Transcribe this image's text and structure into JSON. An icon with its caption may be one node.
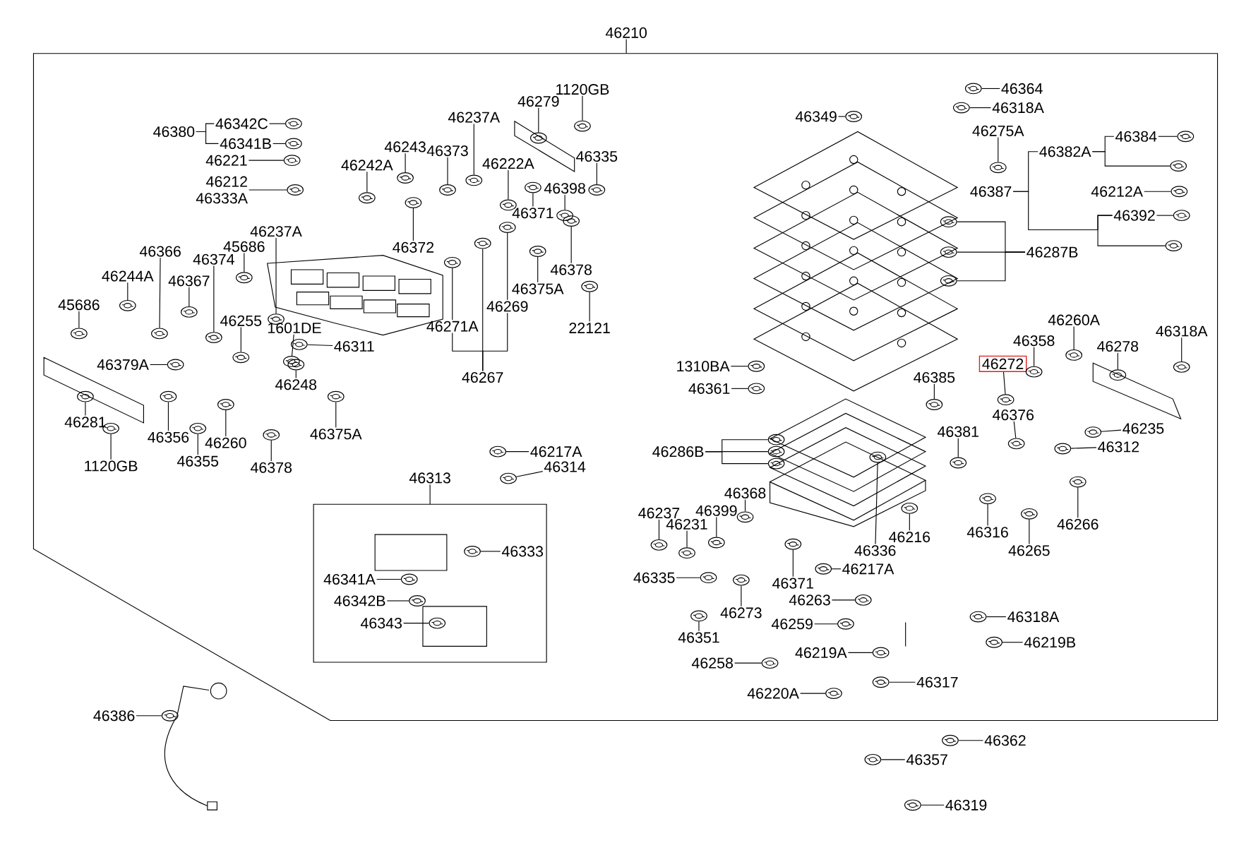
{
  "diagram": {
    "nodes": [
      {
        "text": [
          "46210"
        ]
      },
      {
        "text": [
          "46380"
        ],
        "in": 0
      },
      {
        "text": [
          "46342C"
        ],
        "in": 0
      },
      {
        "text": [
          "46341B"
        ],
        "in": 0
      },
      {
        "text": [
          "46221"
        ],
        "in": 0
      },
      {
        "text": [
          "46212",
          "46333A"
        ],
        "in": 0
      },
      {
        "text": [
          "46237A"
        ],
        "in": 0
      },
      {
        "text": [
          "46279"
        ],
        "in": 0
      },
      {
        "text": [
          "1120GB"
        ],
        "in": 0
      },
      {
        "text": [
          "46243"
        ],
        "in": 0
      },
      {
        "text": [
          "46373"
        ],
        "in": 0
      },
      {
        "text": [
          "46242A"
        ],
        "in": 0
      },
      {
        "text": [
          "46222A"
        ],
        "in": 0
      },
      {
        "text": [
          "46335"
        ],
        "in": 0
      },
      {
        "text": [
          "46398"
        ],
        "in": 0
      },
      {
        "text": [
          "46371"
        ],
        "in": 0
      },
      {
        "text": [
          "46372"
        ],
        "in": 0
      },
      {
        "text": [
          "46237A"
        ],
        "in": 0
      },
      {
        "text": [
          "45686"
        ],
        "in": 0
      },
      {
        "text": [
          "46366"
        ],
        "in": 0
      },
      {
        "text": [
          "46374"
        ],
        "in": 0
      },
      {
        "text": [
          "46244A"
        ],
        "in": 0
      },
      {
        "text": [
          "46367"
        ],
        "in": 0
      },
      {
        "text": [
          "45686"
        ],
        "in": 0
      },
      {
        "text": [
          "46255"
        ],
        "in": 0
      },
      {
        "text": [
          "1601DE"
        ],
        "in": 0
      },
      {
        "text": [
          "46311"
        ],
        "in": 0
      },
      {
        "text": [
          "46379A"
        ],
        "in": 0
      },
      {
        "text": [
          "46271A"
        ],
        "in": 0
      },
      {
        "text": [
          "46269"
        ],
        "in": 0
      },
      {
        "text": [
          "46375A"
        ],
        "in": 0
      },
      {
        "text": [
          "46378"
        ],
        "in": 0
      },
      {
        "text": [
          "22121"
        ],
        "in": 0
      },
      {
        "text": [
          "46267"
        ],
        "in": 0
      },
      {
        "text": [
          "46248"
        ],
        "in": 0
      },
      {
        "text": [
          "46375A"
        ],
        "in": 0
      },
      {
        "text": [
          "46281"
        ],
        "in": 0
      },
      {
        "text": [
          "1120GB"
        ],
        "in": 0
      },
      {
        "text": [
          "46356"
        ],
        "in": 0
      },
      {
        "text": [
          "46355"
        ],
        "in": 0
      },
      {
        "text": [
          "46260"
        ],
        "in": 0
      },
      {
        "text": [
          "46378"
        ],
        "in": 0
      },
      {
        "text": [
          "46217A"
        ],
        "in": 0
      },
      {
        "text": [
          "46314"
        ],
        "in": 0
      },
      {
        "text": [
          "46313"
        ],
        "in": 0
      },
      {
        "text": [
          "46333"
        ],
        "in": 44
      },
      {
        "text": [
          "46341A"
        ],
        "in": 44
      },
      {
        "text": [
          "46342B"
        ],
        "in": 44
      },
      {
        "text": [
          "46343"
        ],
        "in": 44
      },
      {
        "text": [
          "46349"
        ],
        "in": 0
      },
      {
        "text": [
          "46364"
        ],
        "in": 0
      },
      {
        "text": [
          "46318A"
        ],
        "in": 0
      },
      {
        "text": [
          "46275A"
        ],
        "in": 0
      },
      {
        "text": [
          "46387"
        ],
        "in": 0
      },
      {
        "text": [
          "46382A"
        ],
        "in": 0
      },
      {
        "text": [
          "46384"
        ],
        "in": 0
      },
      {
        "text": [
          "46212A"
        ],
        "in": 0
      },
      {
        "text": [
          "46392"
        ],
        "in": 0
      },
      {
        "text": [
          "46287B"
        ],
        "in": 0
      },
      {
        "text": [
          "1310BA"
        ],
        "in": 0
      },
      {
        "text": [
          "46361"
        ],
        "in": 0
      },
      {
        "text": [
          "46385"
        ],
        "in": 0
      },
      {
        "text": [
          "46272"
        ],
        "in": 0
      },
      {
        "text": [
          "46358"
        ],
        "in": 0
      },
      {
        "text": [
          "46260A"
        ],
        "in": 0
      },
      {
        "text": [
          "46278"
        ],
        "in": 0
      },
      {
        "text": [
          "46318A"
        ],
        "in": 0
      },
      {
        "text": [
          "46376"
        ],
        "in": 0
      },
      {
        "text": [
          "46381"
        ],
        "in": 0
      },
      {
        "text": [
          "46235"
        ],
        "in": 0
      },
      {
        "text": [
          "46312"
        ],
        "in": 0
      },
      {
        "text": [
          "46286B"
        ],
        "in": 0
      },
      {
        "text": [
          "46316"
        ],
        "in": 0
      },
      {
        "text": [
          "46266"
        ],
        "in": 0
      },
      {
        "text": [
          "46265"
        ],
        "in": 0
      },
      {
        "text": [
          "46216"
        ],
        "in": 0
      },
      {
        "text": [
          "46336"
        ],
        "in": 0
      },
      {
        "text": [
          "46237"
        ],
        "in": 0
      },
      {
        "text": [
          "46231"
        ],
        "in": 0
      },
      {
        "text": [
          "46399"
        ],
        "in": 0
      },
      {
        "text": [
          "46368"
        ],
        "in": 0
      },
      {
        "text": [
          "46335"
        ],
        "in": 0
      },
      {
        "text": [
          "46371"
        ],
        "in": 0
      },
      {
        "text": [
          "46217A"
        ],
        "in": 0
      },
      {
        "text": [
          "46273"
        ],
        "in": 0
      },
      {
        "text": [
          "46263"
        ],
        "in": 0
      },
      {
        "text": [
          "46259"
        ],
        "in": 0
      },
      {
        "text": [
          "46351"
        ],
        "in": 0
      },
      {
        "text": [
          "46318A"
        ],
        "in": 0
      },
      {
        "text": [
          "46219B"
        ],
        "in": 0
      },
      {
        "text": [
          "46219A"
        ],
        "in": 0
      },
      {
        "text": [
          "46258"
        ],
        "in": 0
      },
      {
        "text": [
          "46317"
        ],
        "in": 0
      },
      {
        "text": [
          "46220A"
        ],
        "in": 0
      },
      {
        "text": [
          "46386"
        ]
      },
      {
        "text": [
          "46362"
        ]
      },
      {
        "text": [
          "46357"
        ]
      },
      {
        "text": [
          "46319"
        ]
      },
      {
        "text": [],
        "shape": "picture",
        "in": 0
      },
      {
        "text": [],
        "shape": "picture",
        "in": 0
      },
      {
        "text": [],
        "shape": "picture",
        "in": 0
      },
      {
        "text": [],
        "shape": "picture",
        "in": 0
      },
      {
        "text": [],
        "shape": "picture",
        "in": 0
      },
      {
        "text": [],
        "shape": "picture",
        "in": 0
      },
      {
        "text": [],
        "shape": "picture",
        "in": 0
      },
      {
        "text": [],
        "shape": "picture",
        "in": 0
      },
      {
        "text": [],
        "shape": "picture",
        "in": 0
      },
      {
        "text": [],
        "shape": "picture",
        "in": 0
      },
      {
        "text": [],
        "shape": "picture",
        "in": 0
      },
      {
        "text": [],
        "shape": "picture",
        "in": 0
      },
      {
        "text": [],
        "shape": "picture",
        "in": 0
      },
      {
        "text": [],
        "shape": "picture",
        "in": 0
      },
      {
        "text": [],
        "shape": "picture",
        "in": 0
      },
      {
        "text": [],
        "shape": "picture",
        "in": 0
      },
      {
        "text": [],
        "shape": "picture",
        "in": 0
      },
      {
        "text": [],
        "shape": "picture",
        "in": 0
      },
      {
        "text": [],
        "shape": "picture",
        "in": 0
      },
      {
        "text": [],
        "shape": "picture",
        "in": 0
      },
      {
        "text": [],
        "shape": "picture",
        "in": 0
      },
      {
        "text": [],
        "shape": "picture",
        "in": 0
      },
      {
        "text": [],
        "shape": "picture",
        "in": 0
      },
      {
        "text": [],
        "shape": "picture",
        "in": 0
      },
      {
        "text": [],
        "shape": "picture",
        "in": 0
      },
      {
        "text": [],
        "shape": "picture",
        "in": 0
      },
      {
        "text": [],
        "shape": "picture",
        "in": 0
      },
      {
        "text": [],
        "shape": "picture",
        "in": 0
      },
      {
        "text": [],
        "shape": "picture",
        "in": 0
      },
      {
        "text": [],
        "shape": "picture",
        "in": 0
      },
      {
        "text": [],
        "shape": "picture",
        "in": 0
      },
      {
        "text": [],
        "shape": "picture",
        "in": 0
      },
      {
        "text": [],
        "shape": "picture",
        "in": 0
      },
      {
        "text": [],
        "shape": "picture",
        "in": 0
      },
      {
        "text": [],
        "shape": "picture",
        "in": 0
      },
      {
        "text": [],
        "shape": "picture",
        "in": 0
      },
      {
        "text": [],
        "shape": "picture",
        "in": 0
      },
      {
        "text": [],
        "shape": "picture",
        "in": 0
      },
      {
        "text": [],
        "shape": "picture",
        "in": 0
      },
      {
        "text": [],
        "shape": "picture",
        "in": 0
      },
      {
        "text": [],
        "shape": "picture",
        "in": 0
      },
      {
        "text": [],
        "shape": "picture",
        "in": 0
      },
      {
        "text": [],
        "shape": "picture",
        "in": 44
      },
      {
        "text": [],
        "shape": "picture",
        "in": 44
      },
      {
        "text": [],
        "shape": "picture",
        "in": 44
      },
      {
        "text": [],
        "shape": "picture",
        "in": 44
      },
      {
        "text": [],
        "shape": "picture",
        "in": 0
      },
      {
        "text": [],
        "shape": "picture",
        "in": 0
      },
      {
        "text": [],
        "shape": "picture",
        "in": 0
      },
      {
        "text": [],
        "shape": "picture",
        "in": 0
      },
      {
        "text": [],
        "shape": "picture",
        "in": 0
      },
      {
        "text": [],
        "shape": "picture",
        "in": 0
      },
      {
        "text": [],
        "shape": "picture",
        "in": 0
      },
      {
        "text": [],
        "shape": "picture",
        "in": 0
      },
      {
        "text": [],
        "shape": "picture",
        "in": 0
      },
      {
        "text": [],
        "shape": "picture",
        "in": 0
      },
      {
        "text": [],
        "shape": "picture",
        "in": 0
      },
      {
        "text": [],
        "shape": "picture",
        "in": 0
      },
      {
        "text": [],
        "shape": "picture",
        "in": 0
      },
      {
        "text": [],
        "shape": "picture",
        "in": 0
      },
      {
        "text": [],
        "shape": "picture",
        "in": 0
      },
      {
        "text": [],
        "shape": "picture",
        "in": 0
      },
      {
        "text": [],
        "shape": "picture",
        "in": 0
      },
      {
        "text": [],
        "shape": "picture",
        "in": 0
      },
      {
        "text": [],
        "shape": "picture",
        "in": 0
      },
      {
        "text": [],
        "shape": "picture",
        "in": 0
      },
      {
        "text": [],
        "shape": "picture",
        "in": 0
      },
      {
        "text": [],
        "shape": "picture",
        "in": 0
      },
      {
        "text": [],
        "shape": "picture",
        "in": 0
      },
      {
        "text": [],
        "shape": "picture",
        "in": 0
      },
      {
        "text": [],
        "shape": "picture",
        "in": 0
      },
      {
        "text": [],
        "shape": "picture",
        "in": 0
      },
      {
        "text": [],
        "shape": "picture",
        "in": 0
      },
      {
        "text": [],
        "shape": "picture",
        "in": 0
      },
      {
        "text": [],
        "shape": "picture",
        "in": 0
      },
      {
        "text": [],
        "shape": "picture",
        "in": 0
      },
      {
        "text": [],
        "shape": "picture",
        "in": 0
      },
      {
        "text": [],
        "shape": "picture",
        "in": 0
      },
      {
        "text": [],
        "shape": "picture",
        "in": 0
      },
      {
        "text": [],
        "shape": "picture",
        "in": 0
      },
      {
        "text": [],
        "shape": "picture",
        "in": 0
      },
      {
        "text": [],
        "shape": "picture",
        "in": 0
      },
      {
        "text": [],
        "shape": "picture",
        "in": 0
      },
      {
        "text": [],
        "shape": "picture",
        "in": 0
      },
      {
        "text": [],
        "shape": "picture",
        "in": 0
      },
      {
        "text": [],
        "shape": "picture",
        "in": 0
      },
      {
        "text": [],
        "shape": "picture",
        "in": 0
      },
      {
        "text": [],
        "shape": "picture",
        "in": 0
      },
      {
        "text": [],
        "shape": "picture",
        "in": 0
      },
      {
        "text": [],
        "shape": "picture",
        "in": 0
      },
      {
        "text": [],
        "shape": "picture",
        "in": 0
      },
      {
        "text": [],
        "shape": "picture",
        "in": 0
      },
      {
        "text": [],
        "shape": "picture",
        "in": 0
      },
      {
        "text": [],
        "shape": "picture",
        "in": 0
      },
      {
        "text": [],
        "shape": "picture",
        "in": 0
      },
      {
        "text": [],
        "shape": "picture"
      },
      {
        "text": [],
        "shape": "picture"
      },
      {
        "text": [],
        "shape": "picture"
      },
      {
        "text": [],
        "shape": "picture"
      }
    ],
    "edges": [
      {
        "from": 1,
        "to": 2,
        "arrow": "none"
      },
      {
        "from": 1,
        "to": 3,
        "arrow": "none"
      },
      {
        "from": 2,
        "to": 98,
        "arrow": "none"
      },
      {
        "from": 3,
        "to": 99,
        "arrow": "none"
      },
      {
        "from": 4,
        "to": 100,
        "arrow": "none"
      },
      {
        "from": 5,
        "to": 101,
        "arrow": "none"
      },
      {
        "from": 6,
        "to": 102,
        "arrow": "none"
      },
      {
        "from": 7,
        "to": 103,
        "arrow": "none"
      },
      {
        "from": 8,
        "to": 104,
        "arrow": "none"
      },
      {
        "from": 9,
        "to": 105,
        "arrow": "none"
      },
      {
        "from": 10,
        "to": 106,
        "arrow": "none"
      },
      {
        "from": 11,
        "to": 107,
        "arrow": "none"
      },
      {
        "from": 12,
        "to": 108,
        "arrow": "none"
      },
      {
        "from": 13,
        "to": 109,
        "arrow": "none"
      },
      {
        "from": 14,
        "to": 110,
        "arrow": "none"
      },
      {
        "from": 15,
        "to": 111,
        "arrow": "none"
      },
      {
        "from": 16,
        "to": 112,
        "arrow": "none"
      },
      {
        "from": 17,
        "to": 113,
        "arrow": "none"
      },
      {
        "from": 18,
        "to": 114,
        "arrow": "none"
      },
      {
        "from": 19,
        "to": 115,
        "arrow": "none"
      },
      {
        "from": 20,
        "to": 116,
        "arrow": "none"
      },
      {
        "from": 21,
        "to": 117,
        "arrow": "none"
      },
      {
        "from": 22,
        "to": 118,
        "arrow": "none"
      },
      {
        "from": 23,
        "to": 119,
        "arrow": "none"
      },
      {
        "from": 24,
        "to": 120,
        "arrow": "none"
      },
      {
        "from": 25,
        "to": 121,
        "arrow": "none"
      },
      {
        "from": 26,
        "to": 122,
        "arrow": "none"
      },
      {
        "from": 27,
        "to": 123,
        "arrow": "none"
      },
      {
        "from": 28,
        "to": 124,
        "arrow": "none"
      },
      {
        "from": 29,
        "to": 125,
        "arrow": "none"
      },
      {
        "from": 33,
        "to": 28,
        "arrow": "none"
      },
      {
        "from": 33,
        "to": 126,
        "arrow": "none"
      },
      {
        "from": 33,
        "to": 29,
        "arrow": "none"
      },
      {
        "from": 30,
        "to": 127,
        "arrow": "none"
      },
      {
        "from": 31,
        "to": 128,
        "arrow": "none"
      },
      {
        "from": 32,
        "to": 129,
        "arrow": "none"
      },
      {
        "from": 34,
        "to": 130,
        "arrow": "none"
      },
      {
        "from": 35,
        "to": 131,
        "arrow": "none"
      },
      {
        "from": 36,
        "to": 132,
        "arrow": "none"
      },
      {
        "from": 37,
        "to": 133,
        "arrow": "none"
      },
      {
        "from": 38,
        "to": 134,
        "arrow": "none"
      },
      {
        "from": 39,
        "to": 135,
        "arrow": "none"
      },
      {
        "from": 40,
        "to": 136,
        "arrow": "none"
      },
      {
        "from": 41,
        "to": 137,
        "arrow": "none"
      },
      {
        "from": 42,
        "to": 138,
        "arrow": "none"
      },
      {
        "from": 43,
        "to": 139,
        "arrow": "none"
      },
      {
        "from": 45,
        "to": 140,
        "arrow": "none"
      },
      {
        "from": 46,
        "to": 141,
        "arrow": "none"
      },
      {
        "from": 47,
        "to": 142,
        "arrow": "none"
      },
      {
        "from": 48,
        "to": 143,
        "arrow": "none"
      },
      {
        "from": 49,
        "to": 144,
        "arrow": "none"
      },
      {
        "from": 50,
        "to": 145,
        "arrow": "none"
      },
      {
        "from": 51,
        "to": 146,
        "arrow": "none"
      },
      {
        "from": 52,
        "to": 147,
        "arrow": "none"
      },
      {
        "from": 53,
        "to": 54,
        "arrow": "none"
      },
      {
        "from": 53,
        "to": 57,
        "arrow": "none"
      },
      {
        "from": 54,
        "to": 55,
        "arrow": "none"
      },
      {
        "from": 54,
        "to": 148,
        "arrow": "none"
      },
      {
        "from": 55,
        "to": 149,
        "arrow": "none"
      },
      {
        "from": 56,
        "to": 150,
        "arrow": "none"
      },
      {
        "from": 57,
        "to": 151,
        "arrow": "none"
      },
      {
        "from": 57,
        "to": 152,
        "arrow": "none"
      },
      {
        "from": 58,
        "to": 153,
        "arrow": "none"
      },
      {
        "from": 58,
        "to": 154,
        "arrow": "none"
      },
      {
        "from": 58,
        "to": 155,
        "arrow": "none"
      },
      {
        "from": 59,
        "to": 156,
        "arrow": "none"
      },
      {
        "from": 60,
        "to": 157,
        "arrow": "none"
      },
      {
        "from": 61,
        "to": 158,
        "arrow": "none"
      },
      {
        "from": 62,
        "to": 159,
        "arrow": "none"
      },
      {
        "from": 63,
        "to": 160,
        "arrow": "none"
      },
      {
        "from": 64,
        "to": 161,
        "arrow": "none"
      },
      {
        "from": 65,
        "to": 162,
        "arrow": "none"
      },
      {
        "from": 66,
        "to": 163,
        "arrow": "none"
      },
      {
        "from": 67,
        "to": 164,
        "arrow": "none"
      },
      {
        "from": 68,
        "to": 165,
        "arrow": "none"
      },
      {
        "from": 69,
        "to": 166,
        "arrow": "none"
      },
      {
        "from": 70,
        "to": 167,
        "arrow": "none"
      },
      {
        "from": 71,
        "to": 168,
        "arrow": "none"
      },
      {
        "from": 71,
        "to": 169,
        "arrow": "none"
      },
      {
        "from": 71,
        "to": 170,
        "arrow": "none"
      },
      {
        "from": 72,
        "to": 171,
        "arrow": "none"
      },
      {
        "from": 73,
        "to": 172,
        "arrow": "none"
      },
      {
        "from": 74,
        "to": 173,
        "arrow": "none"
      },
      {
        "from": 75,
        "to": 174,
        "arrow": "none"
      },
      {
        "from": 76,
        "to": 175,
        "arrow": "none"
      },
      {
        "from": 77,
        "to": 176,
        "arrow": "none"
      },
      {
        "from": 78,
        "to": 177,
        "arrow": "none"
      },
      {
        "from": 79,
        "to": 178,
        "arrow": "none"
      },
      {
        "from": 80,
        "to": 179,
        "arrow": "none"
      },
      {
        "from": 81,
        "to": 180,
        "arrow": "none"
      },
      {
        "from": 82,
        "to": 181,
        "arrow": "none"
      },
      {
        "from": 83,
        "to": 182,
        "arrow": "none"
      },
      {
        "from": 84,
        "to": 183,
        "arrow": "none"
      },
      {
        "from": 85,
        "to": 184,
        "arrow": "none"
      },
      {
        "from": 86,
        "to": 185,
        "arrow": "none"
      },
      {
        "from": 87,
        "to": 186,
        "arrow": "none"
      },
      {
        "from": 88,
        "to": 187,
        "arrow": "none"
      },
      {
        "from": 89,
        "to": 188,
        "arrow": "none"
      },
      {
        "from": 90,
        "to": 189,
        "arrow": "none"
      },
      {
        "from": 91,
        "to": 190,
        "arrow": "none"
      },
      {
        "from": 92,
        "to": 191,
        "arrow": "none"
      },
      {
        "from": 93,
        "to": 192,
        "arrow": "none"
      },
      {
        "from": 94,
        "to": 193,
        "arrow": "none"
      },
      {
        "from": 95,
        "to": 194,
        "arrow": "none"
      },
      {
        "from": 96,
        "to": 195,
        "arrow": "none"
      },
      {
        "from": 97,
        "to": 196,
        "arrow": "none"
      }
    ]
  }
}
